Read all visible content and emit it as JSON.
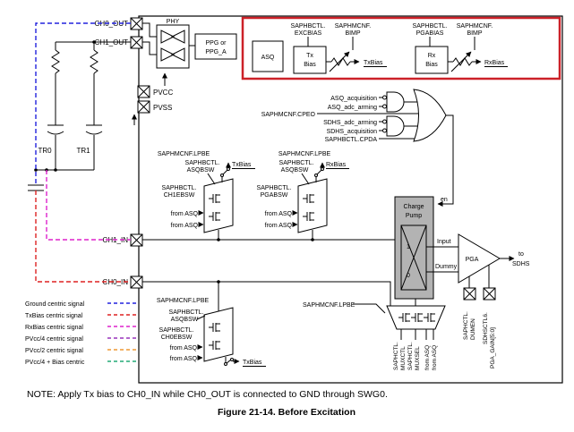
{
  "blocks": {
    "phy": "PHY",
    "ppg_l1": "PPG or",
    "ppg_l2": "PPG_A",
    "asq": "ASQ",
    "tx": "Tx",
    "rx": "Rx",
    "bias": "Bias",
    "charge": "Charge",
    "pump": "Pump",
    "pga": "PGA",
    "sel1": "1",
    "sel0": "0"
  },
  "pads": {
    "ch0_out": "CH0_OUT",
    "ch1_out": "CH1_OUT",
    "pvcc": "PVCC",
    "pvss": "PVSS",
    "ch1_in": "CH1_IN",
    "ch0_in": "CH0_IN"
  },
  "external": {
    "tr0": "TR0",
    "tr1": "TR1"
  },
  "regs": {
    "saphbctl": "SAPHBCTL.",
    "saphmcnf": "SAPHMCNF.",
    "saphctl": "SAPHCTL.",
    "sdhsctl6": "SDHSCTL6.",
    "excbias": "EXCBIAS",
    "bimp": "BIMP",
    "pgabias": "PGABIAS",
    "lpbe": "SAPHMCNF.LPBE",
    "asqbsw": "ASQBSW",
    "ch1ebsw": "CH1EBSW",
    "pgabsw": "PGABSW",
    "ch0ebsw": "CH0EBSW",
    "cpeo": "SAPHMCNF.CPEO",
    "cpda": "SAPHBCTL.CPDA",
    "dumen": "DUMEN",
    "pga_gain": "PGA_GAIN[5:0]",
    "muxctl": "MUXCTL",
    "muxsel": "MUXSEL"
  },
  "signals": {
    "asq_acq": "ASQ_acquisition",
    "asq_arm": "ASQ_adc_arming",
    "sdhs_arm": "SDHS_adc_arming",
    "sdhs_acq": "SDHS_acquisition"
  },
  "nets": {
    "txbias": "TxBias",
    "rxbias": "RxBias",
    "from_asq": "from ASQ",
    "en": "en",
    "input": "Input",
    "dummy": "Dummy",
    "to": "to",
    "sdhs": "SDHS"
  },
  "legend": [
    {
      "label": "Ground centric signal",
      "color": "#2222dd"
    },
    {
      "label": "TxBias centric signal",
      "color": "#dd2222"
    },
    {
      "label": "RxBias centric signal",
      "color": "#dd22cc"
    },
    {
      "label": "PVcc/4 centric signal",
      "color": "#9933bb"
    },
    {
      "label": "PVcc/2 centric signal",
      "color": "#ee9933"
    },
    {
      "label": "PVcc/4 + Bias centric",
      "color": "#22aa77"
    }
  ],
  "colors": {
    "highlight_box": "#cc2128",
    "ground": "#2222dd",
    "txbias": "#dd2222",
    "rxbias": "#dd22cc",
    "charge_pump_fill": "#b3b3b3"
  },
  "note": "NOTE:  Apply Tx bias to CH0_IN while CH0_OUT is connected to GND through SWG0.",
  "caption": "Figure 21-14. Before Excitation"
}
